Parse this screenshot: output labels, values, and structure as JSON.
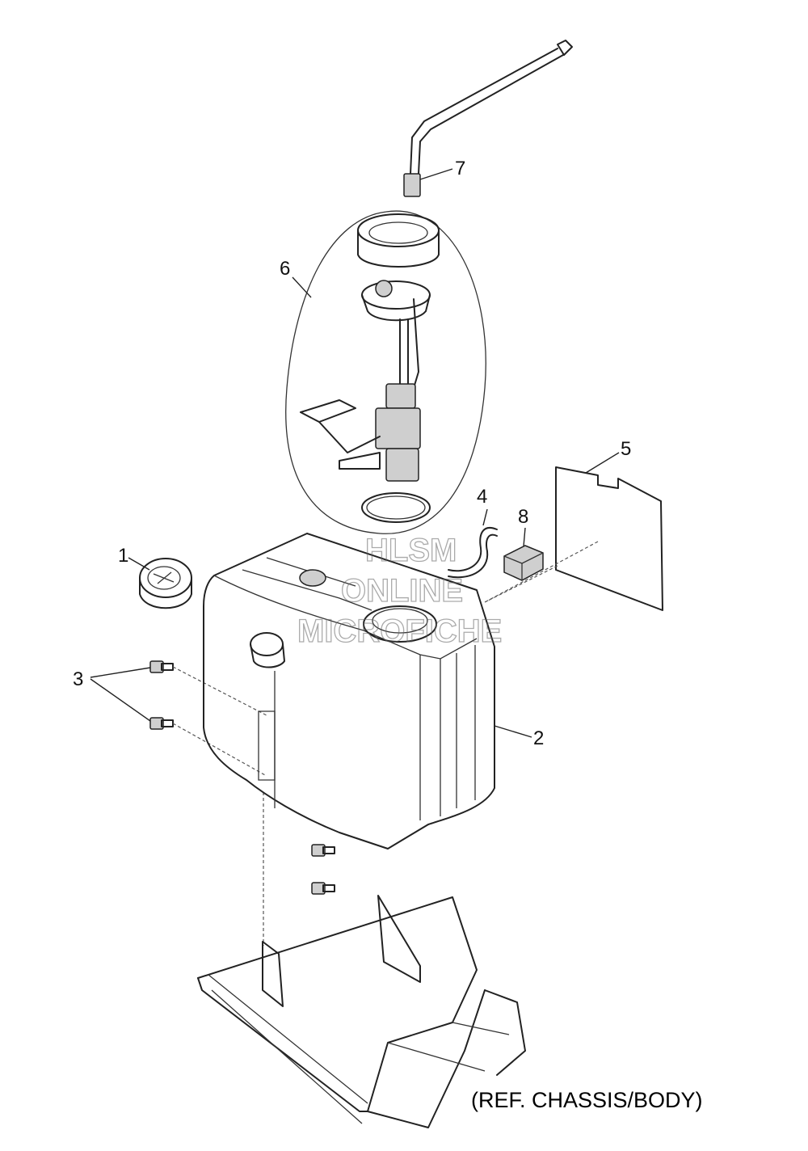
{
  "callouts": [
    {
      "id": "1",
      "label": "1"
    },
    {
      "id": "2",
      "label": "2"
    },
    {
      "id": "3",
      "label": "3"
    },
    {
      "id": "4",
      "label": "4"
    },
    {
      "id": "5",
      "label": "5"
    },
    {
      "id": "6",
      "label": "6"
    },
    {
      "id": "7",
      "label": "7"
    },
    {
      "id": "8",
      "label": "8"
    }
  ],
  "reference_note": "(REF. CHASSIS/BODY)",
  "watermark": {
    "line1": "HLSM",
    "line2": "ONLINE",
    "line3": "MICROFICHE"
  }
}
